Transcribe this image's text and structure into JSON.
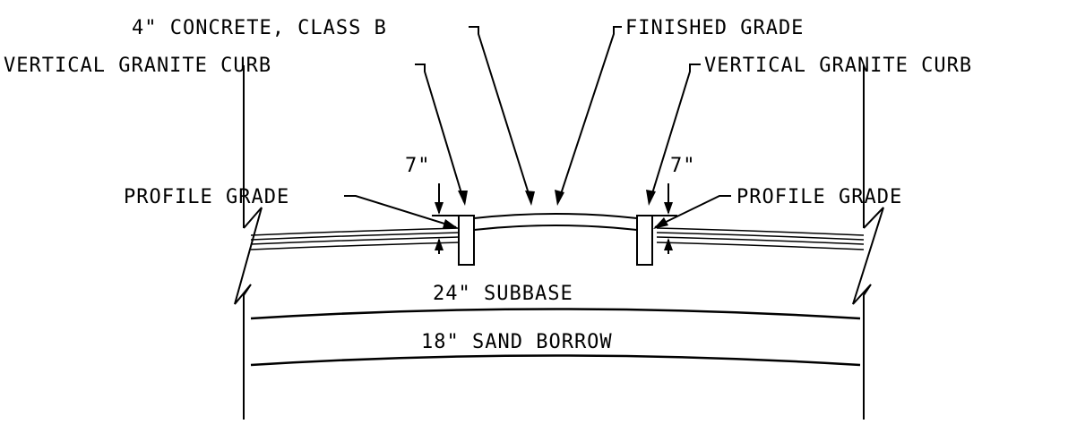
{
  "labels": {
    "concrete": "4\" CONCRETE, CLASS B",
    "finished_grade": "FINISHED GRADE",
    "curb_left": "VERTICAL GRANITE CURB",
    "curb_right": "VERTICAL GRANITE CURB",
    "dim_left": "7\"",
    "dim_right": "7\"",
    "profile_left": "PROFILE GRADE",
    "profile_right": "PROFILE GRADE",
    "subbase": "24\" SUBBASE",
    "sand_borrow": "18\" SAND BORROW"
  }
}
